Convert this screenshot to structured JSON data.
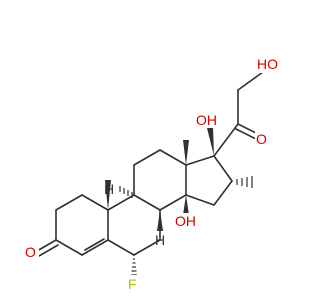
{
  "structure": {
    "atom_labels": {
      "hydroxyl_top": "HO",
      "hydroxyl_17": "OH",
      "ketone_c20": "O",
      "hydroxyl_14": "OH",
      "fluoro_6": "F",
      "ketone_c3": "O",
      "h_9": "H",
      "h_8": "H"
    },
    "colors": {
      "oxygen": "#d30000",
      "fluorine": "#a3c600",
      "bond": "#303030",
      "hydrogen": "#303030"
    }
  }
}
